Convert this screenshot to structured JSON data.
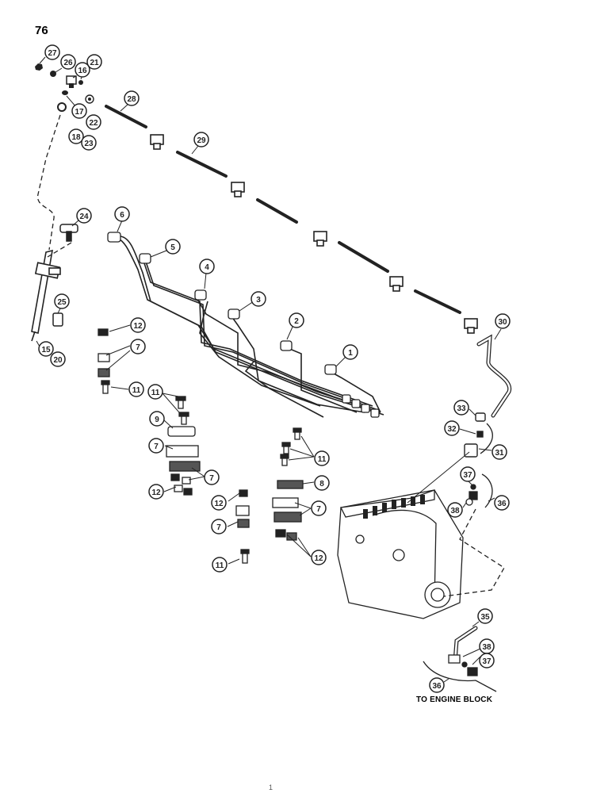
{
  "page_number": "76",
  "caption": "TO ENGINE BLOCK",
  "footer_mark": "1",
  "callouts": [
    {
      "id": "c27",
      "label": "27"
    },
    {
      "id": "c26",
      "label": "26"
    },
    {
      "id": "c16",
      "label": "16"
    },
    {
      "id": "c21a",
      "label": "21"
    },
    {
      "id": "c17",
      "label": "17"
    },
    {
      "id": "c22",
      "label": "22"
    },
    {
      "id": "c18",
      "label": "18"
    },
    {
      "id": "c23",
      "label": "23"
    },
    {
      "id": "c28",
      "label": "28"
    },
    {
      "id": "c29",
      "label": "29"
    },
    {
      "id": "c24",
      "label": "24"
    },
    {
      "id": "c6",
      "label": "6"
    },
    {
      "id": "c5",
      "label": "5"
    },
    {
      "id": "c4",
      "label": "4"
    },
    {
      "id": "c3",
      "label": "3"
    },
    {
      "id": "c2",
      "label": "2"
    },
    {
      "id": "c1",
      "label": "1"
    },
    {
      "id": "c25",
      "label": "25"
    },
    {
      "id": "c15",
      "label": "15"
    },
    {
      "id": "c20",
      "label": "20"
    },
    {
      "id": "c12a",
      "label": "12"
    },
    {
      "id": "c7a",
      "label": "7"
    },
    {
      "id": "c11a",
      "label": "11"
    },
    {
      "id": "c11b",
      "label": "11"
    },
    {
      "id": "c9",
      "label": "9"
    },
    {
      "id": "c7b",
      "label": "7"
    },
    {
      "id": "c7c",
      "label": "7"
    },
    {
      "id": "c12b",
      "label": "12"
    },
    {
      "id": "c11c",
      "label": "11"
    },
    {
      "id": "c8",
      "label": "8"
    },
    {
      "id": "c12c",
      "label": "12"
    },
    {
      "id": "c7d",
      "label": "7"
    },
    {
      "id": "c7e",
      "label": "7"
    },
    {
      "id": "c12d",
      "label": "12"
    },
    {
      "id": "c11d",
      "label": "11"
    },
    {
      "id": "c30",
      "label": "30"
    },
    {
      "id": "c33",
      "label": "33"
    },
    {
      "id": "c32",
      "label": "32"
    },
    {
      "id": "c31",
      "label": "31"
    },
    {
      "id": "c37a",
      "label": "37"
    },
    {
      "id": "c38a",
      "label": "38"
    },
    {
      "id": "c36a",
      "label": "36"
    },
    {
      "id": "c35",
      "label": "35"
    },
    {
      "id": "c38b",
      "label": "38"
    },
    {
      "id": "c37b",
      "label": "37"
    },
    {
      "id": "c36b",
      "label": "36"
    }
  ]
}
